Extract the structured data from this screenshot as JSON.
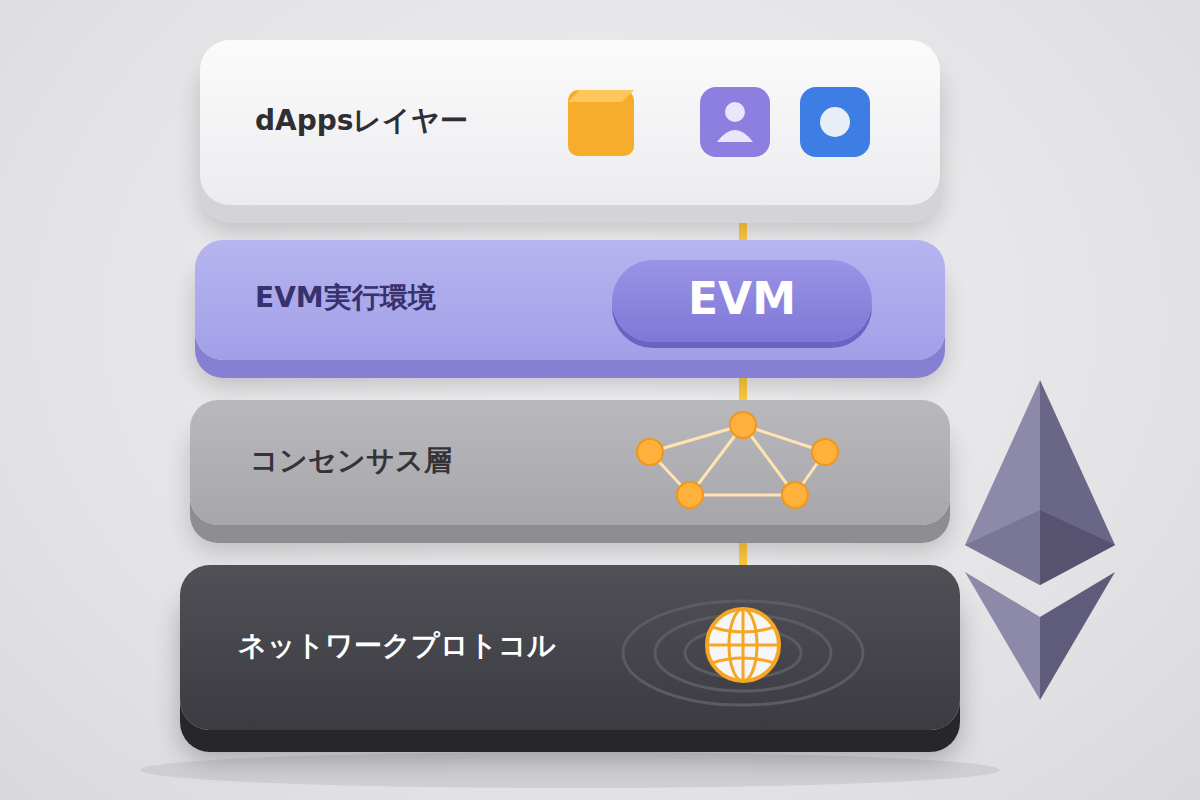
{
  "diagram": {
    "nodes": [
      {
        "text": [
          "dAppsレイヤー"
        ]
      },
      {
        "text": [
          "EVM実行環境"
        ]
      },
      {
        "text": [
          "EVM"
        ],
        "in": 1
      },
      {
        "text": [
          "コンセンサス層"
        ]
      },
      {
        "text": [
          "ネットワークプロトコル"
        ]
      }
    ],
    "edges": [
      {
        "from": 0,
        "to": 2,
        "arrow": "none"
      },
      {
        "from": 2,
        "to": 3,
        "arrow": "none"
      },
      {
        "from": 3,
        "to": 4,
        "arrow": "none"
      }
    ]
  }
}
